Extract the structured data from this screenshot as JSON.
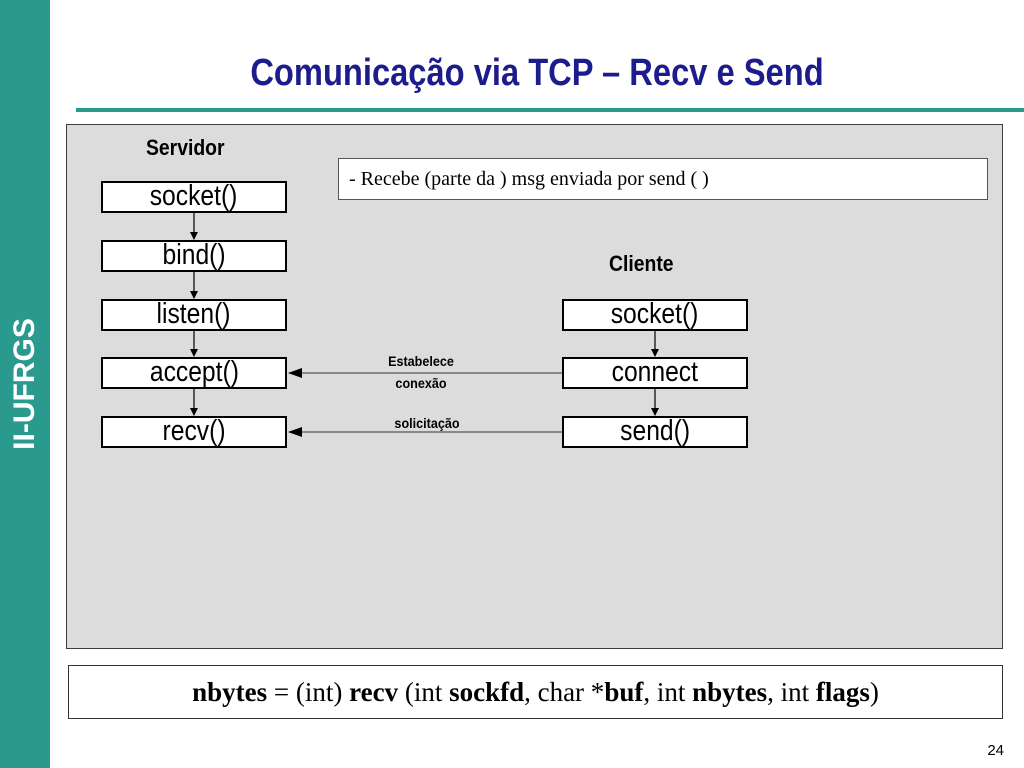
{
  "slide": {
    "side_label": "II-UFRGS",
    "title": "Comunicação via TCP – Recv e Send",
    "page_number": "24"
  },
  "diagram": {
    "servidor_label": "Servidor",
    "cliente_label": "Cliente",
    "note": "- Recebe (parte da ) msg enviada por send ( )",
    "server_calls": [
      "socket()",
      "bind()",
      "listen()",
      "accept()",
      "recv()"
    ],
    "client_calls": [
      "socket()",
      "connect",
      "send()"
    ],
    "edge_labels": {
      "establish_line1": "Estabelece",
      "establish_line2": "conexão",
      "request": "solicitação"
    }
  },
  "signature": {
    "ret": "nbytes",
    "eq": " = ",
    "cast": "(int) ",
    "func": "recv",
    "open": " (int ",
    "p1": "sockfd",
    "sep1": ", char *",
    "p2": "buf",
    "sep2": ", int ",
    "p3": "nbytes",
    "sep3": ", int ",
    "p4": "flags",
    "close": ")"
  }
}
